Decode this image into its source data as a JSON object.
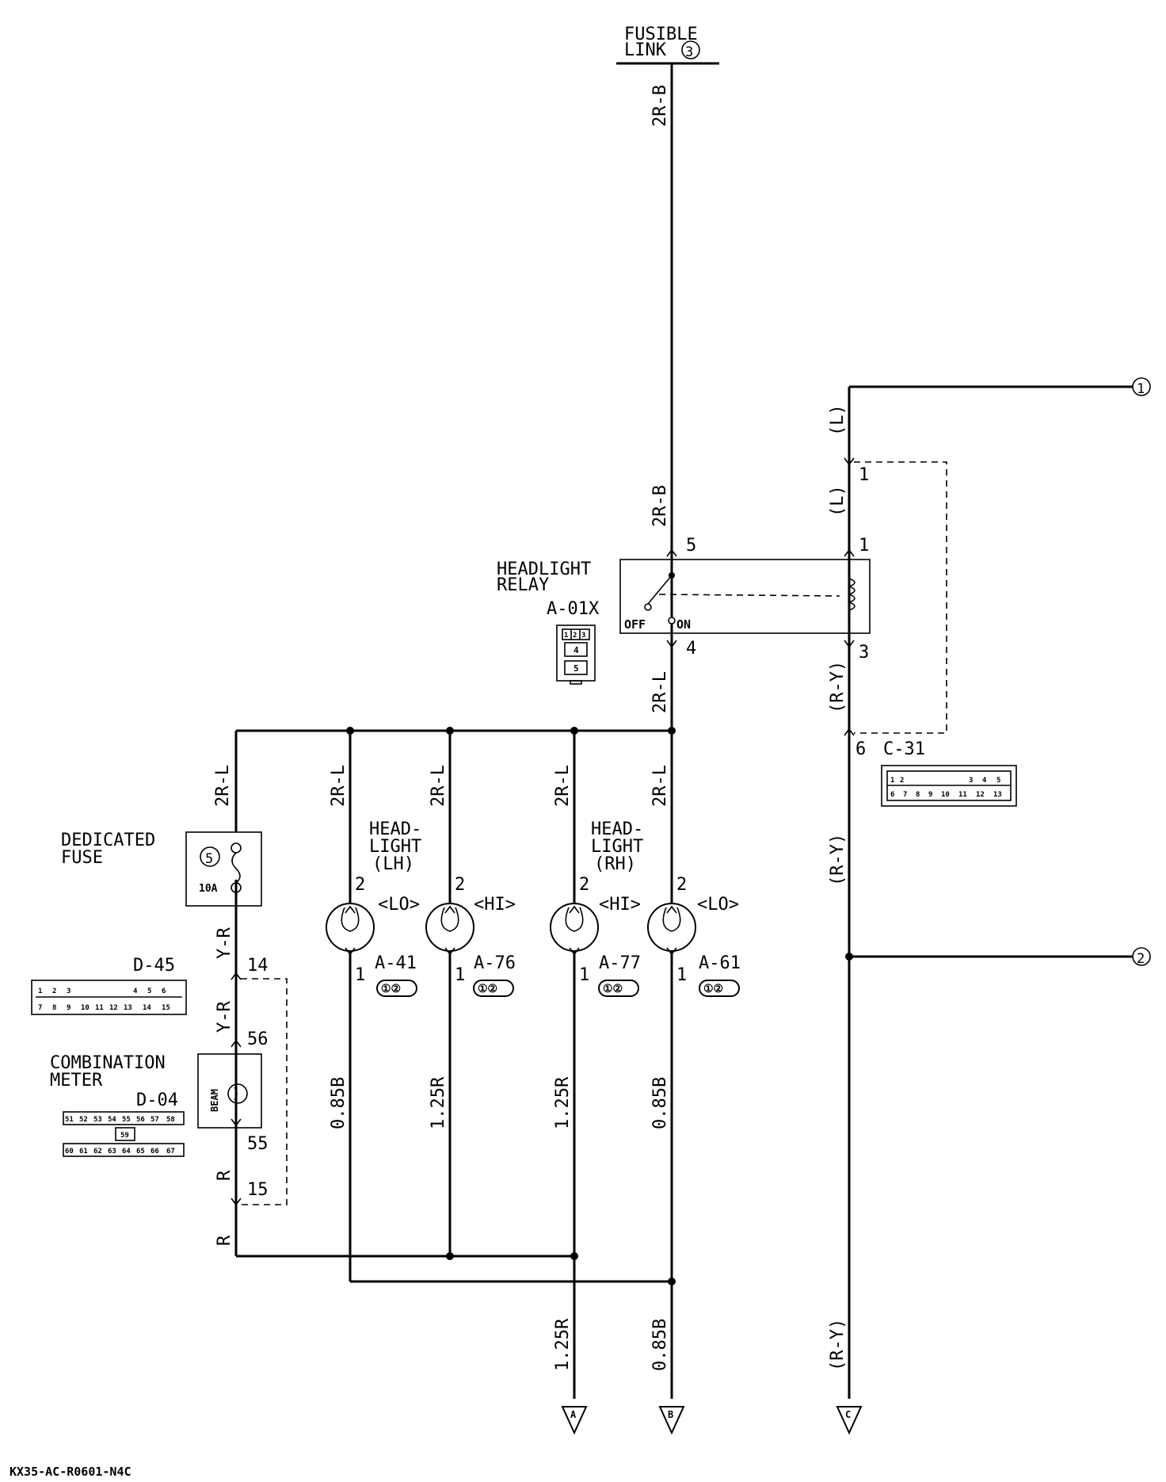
{
  "power_source": {
    "line1": "FUSIBLE",
    "line2": "LINK",
    "number": "3"
  },
  "relay": {
    "line1": "HEADLIGHT",
    "line2": "RELAY",
    "code": "A-01X",
    "off": "OFF",
    "on": "ON",
    "pins": {
      "p5": "5",
      "p4": "4",
      "p1": "1",
      "p3": "3"
    },
    "connector_cells": [
      "1",
      "2",
      "3",
      "4",
      "5"
    ]
  },
  "wires": {
    "top_feed": "2R-B",
    "relay_in": "2R-B",
    "relay_out": "2R-L",
    "bus_right": "2R-L",
    "fuse_feed": "2R-L",
    "lh_lo": "2R-L",
    "lh_hi": "2R-L",
    "rh_hi": "2R-L",
    "fuse_out": "Y-R",
    "meter_in": "Y-R",
    "meter_out": "R",
    "meter_return": "R",
    "ground_lh_lo": "0.85B",
    "ground_lh_hi": "1.25R",
    "ground_rh_hi": "1.25R",
    "ground_rh_lo": "0.85B",
    "out_a": "1.25R",
    "out_b": "0.85B",
    "l_top": "(L)",
    "l_mid": "(L)",
    "ry_mid": "(R-Y)",
    "ry_low": "(R-Y)",
    "ry_bottom": "(R-Y)"
  },
  "fuse": {
    "line1": "DEDICATED",
    "line2": "FUSE",
    "number": "5",
    "rating": "10A"
  },
  "d45": {
    "code": "D-45",
    "pin_in": "14",
    "pin_out": "15",
    "row1": [
      "1",
      "2",
      "3",
      "",
      "4",
      "5",
      "6"
    ],
    "row2": [
      "7",
      "8",
      "9",
      "10",
      "11",
      "12",
      "13",
      "14",
      "15"
    ]
  },
  "meter": {
    "line1": "COMBINATION",
    "line2": "METER",
    "code": "D-04",
    "lamp": "BEAM",
    "pin_in": "56",
    "pin_out": "55",
    "row1": [
      "51",
      "52",
      "53",
      "54",
      "55",
      "56",
      "57",
      "58"
    ],
    "mid": "59",
    "row2": [
      "60",
      "61",
      "62",
      "63",
      "64",
      "65",
      "66",
      "67"
    ]
  },
  "headlight_lh": {
    "line1": "HEAD-",
    "line2": "LIGHT",
    "line3": "(LH)"
  },
  "headlight_rh": {
    "line1": "HEAD-",
    "line2": "LIGHT",
    "line3": "(RH)"
  },
  "lamps": [
    {
      "mode": "<LO>",
      "code": "A-41",
      "pin_top": "2",
      "pin_bottom": "1",
      "conn": "①②"
    },
    {
      "mode": "<HI>",
      "code": "A-76",
      "pin_top": "2",
      "pin_bottom": "1",
      "conn": "①②"
    },
    {
      "mode": "<HI>",
      "code": "A-77",
      "pin_top": "2",
      "pin_bottom": "1",
      "conn": "①②"
    },
    {
      "mode": "<LO>",
      "code": "A-61",
      "pin_top": "2",
      "pin_bottom": "1",
      "conn": "①②"
    }
  ],
  "c31": {
    "code": "C-31",
    "pin_in": "1",
    "pin_out": "6",
    "row1": [
      "1",
      "2",
      "",
      "3",
      "4",
      "5"
    ],
    "row2": [
      "6",
      "7",
      "8",
      "9",
      "10",
      "11",
      "12",
      "13"
    ]
  },
  "terminals": {
    "t1": "1",
    "t2": "2",
    "a": "A",
    "b": "B",
    "c": "C"
  },
  "footer_code": "KX35-AC-R0601-N4C"
}
